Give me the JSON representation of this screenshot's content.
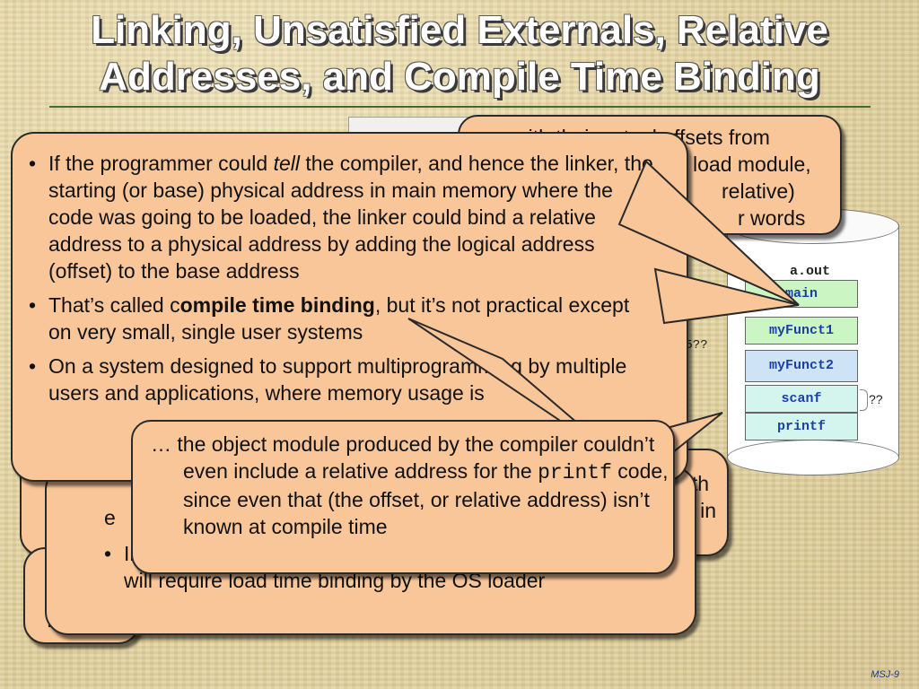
{
  "slide": {
    "title_line1": "Linking, Unsatisfied Externals, Relative",
    "title_line2": "Addresses, and Compile Time Binding",
    "footer": "MSJ-9"
  },
  "diagram": {
    "label": "a.out",
    "segments": [
      {
        "name": "main",
        "fill": "#ccf5c4"
      },
      {
        "name": "myFunct1",
        "fill": "#ccf5c4"
      },
      {
        "name": "myFunct2",
        "fill": "#cfe3f7"
      },
      {
        "name": "scanf",
        "fill": "#d4f5ee"
      },
      {
        "name": "printf",
        "fill": "#d4f5ee"
      }
    ],
    "offset_label": "x5??",
    "scanf_marker": "??"
  },
  "callout_top_right": {
    "lines": [
      "with their actual offsets from",
      "load module,",
      "relative)",
      "r words"
    ]
  },
  "callout_main": {
    "b1_before": "If the programmer could ",
    "b1_em": "tell",
    "b1_after": " the compiler, and hence the linker, the starting (or base) physical address in main memory where the code was going to be loaded, the linker could bind a relative address to a physical address by adding the logical address (offset) to the base address",
    "b2_before": "That’s called c",
    "b2_bold": "ompile time binding",
    "b2_after": ", but it’s not practical except on very small, single user systems",
    "b3": "On a system designed to support multiprogramming by multiple users and applications, where memory usage is"
  },
  "callout_lower_back": {
    "frag_with": "with",
    "frag_e": "e",
    "frag_in": "e in",
    "frag_fi": "fi",
    "bullet_text": "In that case, the logical addresses in the linker’s output will require load time binding by the OS loader"
  },
  "callout_front": {
    "text_before": "… the object module produced by the compiler couldn’t even include a relative address for the ",
    "code": "printf",
    "text_after": " code, since even that (the offset, or relative address) isn’t known at compile time"
  }
}
